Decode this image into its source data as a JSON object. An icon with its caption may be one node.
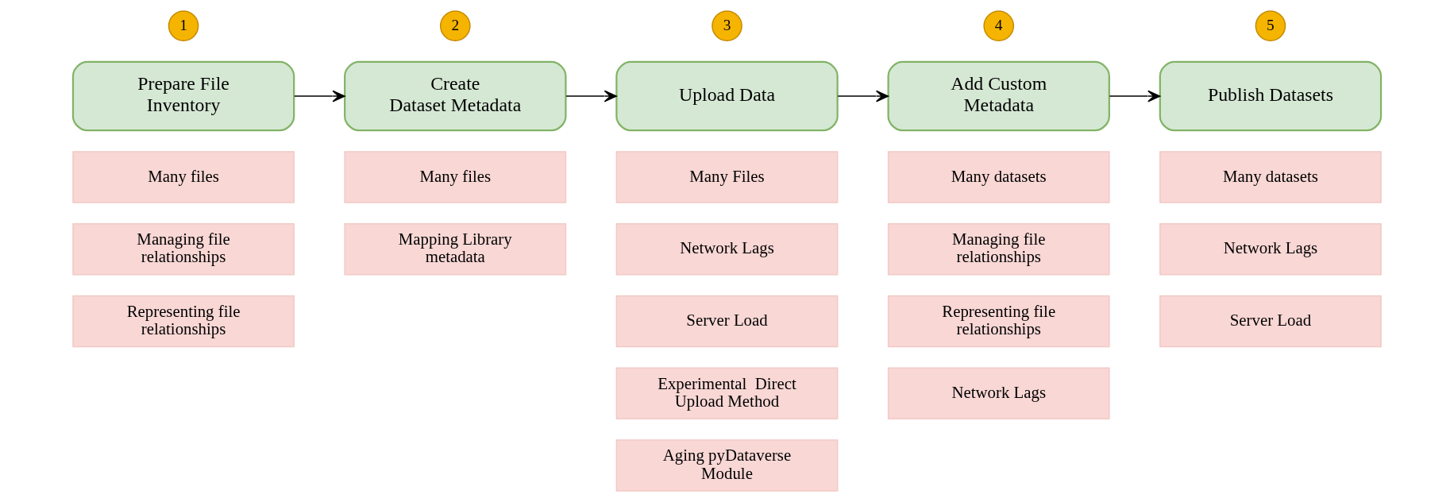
{
  "diagram": {
    "nodes": [
      {
        "text": [
          "1"
        ]
      },
      {
        "text": [
          "Prepare File Inventory"
        ]
      },
      {
        "text": [
          "Many files"
        ]
      },
      {
        "text": [
          "Managing file relationships"
        ]
      },
      {
        "text": [
          "Representing file relationships"
        ]
      },
      {
        "text": [
          "2"
        ]
      },
      {
        "text": [
          "Create Dataset Metadata"
        ]
      },
      {
        "text": [
          "Many files"
        ]
      },
      {
        "text": [
          "Mapping Library metadata"
        ]
      },
      {
        "text": [
          "3"
        ]
      },
      {
        "text": [
          "Upload Data"
        ]
      },
      {
        "text": [
          "Many Files"
        ]
      },
      {
        "text": [
          "Network Lags"
        ]
      },
      {
        "text": [
          "Server Load"
        ]
      },
      {
        "text": [
          "Experimental  Direct Upload Method"
        ]
      },
      {
        "text": [
          "Aging pyDataverse Module"
        ]
      },
      {
        "text": [
          "4"
        ]
      },
      {
        "text": [
          "Add Custom Metadata"
        ]
      },
      {
        "text": [
          "Many datasets"
        ]
      },
      {
        "text": [
          "Managing file relationships"
        ]
      },
      {
        "text": [
          "Representing file relationships"
        ]
      },
      {
        "text": [
          "Network Lags"
        ]
      },
      {
        "text": [
          "5"
        ]
      },
      {
        "text": [
          "Publish Datasets"
        ]
      },
      {
        "text": [
          "Many datasets"
        ]
      },
      {
        "text": [
          "Network Lags"
        ]
      },
      {
        "text": [
          "Server Load"
        ]
      }
    ],
    "edges": [
      {
        "from": 1,
        "to": 6,
        "arrow": "to"
      },
      {
        "from": 6,
        "to": 10,
        "arrow": "to"
      },
      {
        "from": 10,
        "to": 17,
        "arrow": "to"
      },
      {
        "from": 17,
        "to": 23,
        "arrow": "to"
      }
    ]
  }
}
